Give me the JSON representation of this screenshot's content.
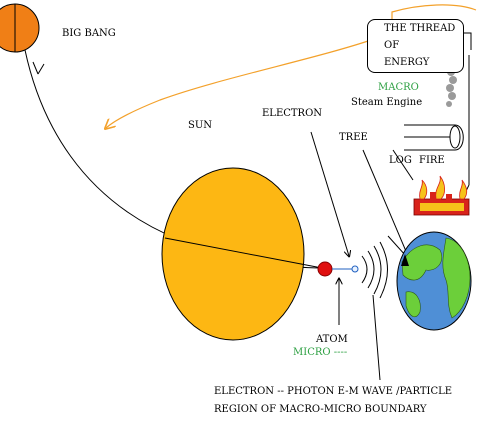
{
  "labels": {
    "big_bang": "BIG BANG",
    "sun": "SUN",
    "electron": "ELECTRON",
    "tree": "TREE",
    "log": "LOG",
    "fire": "FIRE",
    "macro": "MACRO",
    "steam_engine": "Steam Engine",
    "atom": "ATOM",
    "micro": "MICRO ----",
    "bottom_line1": "ELECTRON -- PHOTON   E-M WAVE /PARTICLE",
    "bottom_line2": "REGION OF MACRO-MICRO BOUNDARY"
  },
  "thread_box": {
    "line1": "THE THREAD",
    "line2": "OF",
    "line3": "ENERGY"
  },
  "colors": {
    "big_bang": "#f07f16",
    "sun": "#fdb713",
    "atom": "#e01010",
    "arrow_orange": "#f3a12b",
    "earth_ocean": "#4f8fd6",
    "earth_land": "#6ccf3a",
    "macro_micro_green": "#2ea043",
    "fire_red": "#d8231b",
    "fire_yellow": "#f6c21a",
    "smoke": "#9a9a9a"
  }
}
